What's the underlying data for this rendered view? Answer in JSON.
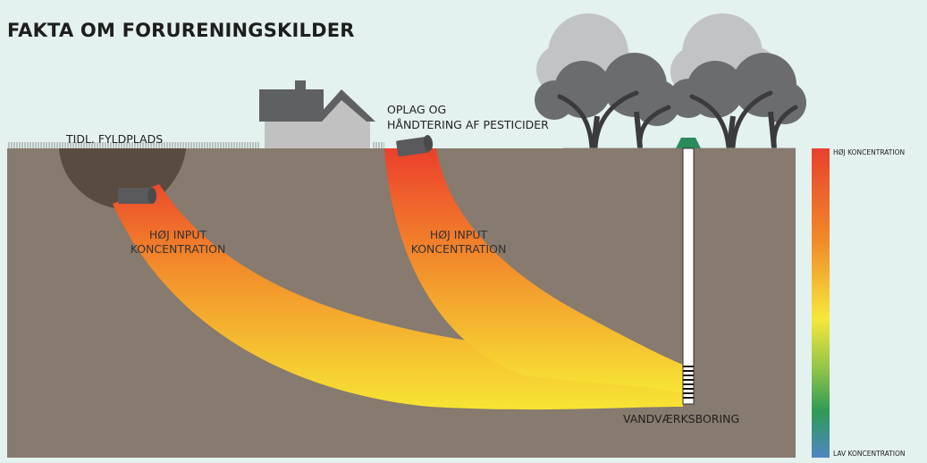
{
  "title": "FAKTA OM FORURENINGSKILDER",
  "labels": {
    "landfill": "TIDL. FYLDPLADS",
    "pesticide_line1": "OPLAG OG",
    "pesticide_line2": "HÅNDTERING AF PESTICIDER",
    "high_input_1_line1": "HØJ INPUT",
    "high_input_1_line2": "KONCENTRATION",
    "high_input_2_line1": "HØJ INPUT",
    "high_input_2_line2": "KONCENTRATION",
    "well": "VANDVÆRKSBORING"
  },
  "legend": {
    "high": "HØJ KONCENTRATION",
    "low": "LAV KONCENTRATION",
    "colors": [
      "#e8412d",
      "#f08a2a",
      "#f7e83a",
      "#7cbf4a",
      "#2f9a57",
      "#4f86c2"
    ]
  },
  "colors": {
    "background": "#e3f1ef",
    "soil": "#877a6e",
    "landfill": "#5a4b40",
    "plume_high": "#ec4a2b",
    "plume_low": "#f6e834",
    "house": "#c1c1c1",
    "roof": "#5f6062",
    "tree_light": "#c2c3c5",
    "tree_dark": "#6b6c6e",
    "well_cap": "#2c8a5a"
  }
}
